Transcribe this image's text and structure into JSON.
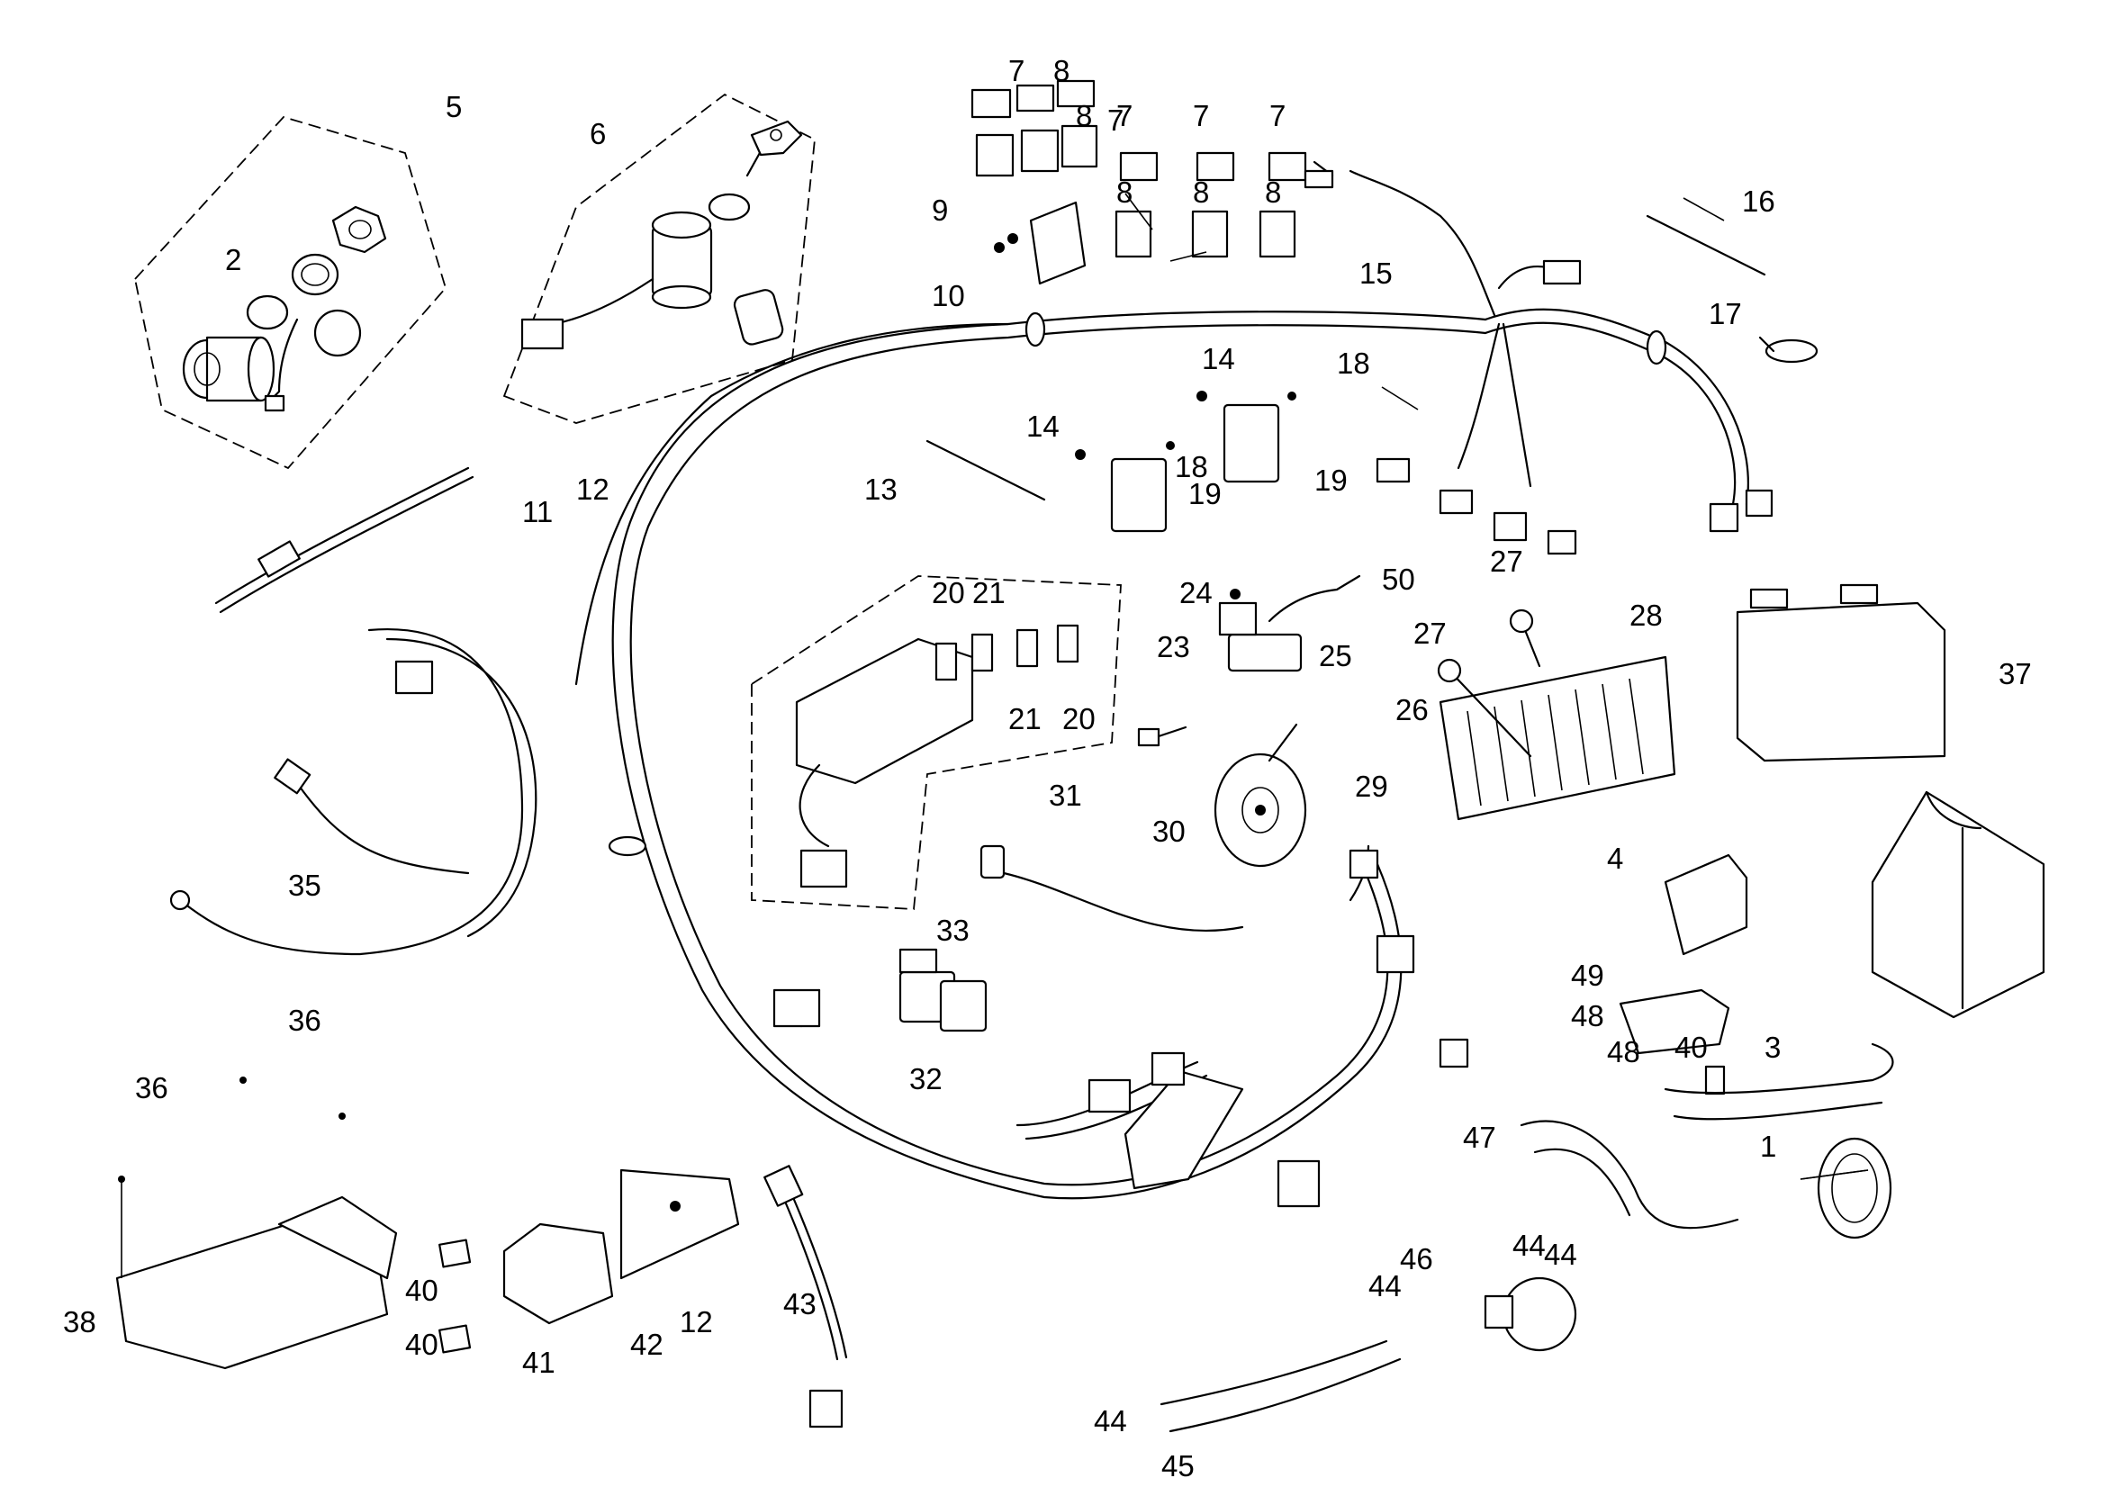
{
  "diagram": {
    "callouts": [
      "1",
      "2",
      "3",
      "4",
      "5",
      "6",
      "7",
      "7",
      "7",
      "7",
      "7",
      "8",
      "8",
      "8",
      "8",
      "8",
      "9",
      "10",
      "11",
      "12",
      "12",
      "13",
      "14",
      "14",
      "15",
      "16",
      "17",
      "18",
      "18",
      "19",
      "19",
      "20",
      "20",
      "21",
      "21",
      "23",
      "24",
      "25",
      "26",
      "27",
      "27",
      "28",
      "29",
      "30",
      "31",
      "32",
      "33",
      "35",
      "36",
      "36",
      "37",
      "38",
      "40",
      "40",
      "40",
      "41",
      "42",
      "43",
      "44",
      "44",
      "44",
      "44",
      "45",
      "46",
      "47",
      "48",
      "48",
      "49",
      "50"
    ]
  }
}
